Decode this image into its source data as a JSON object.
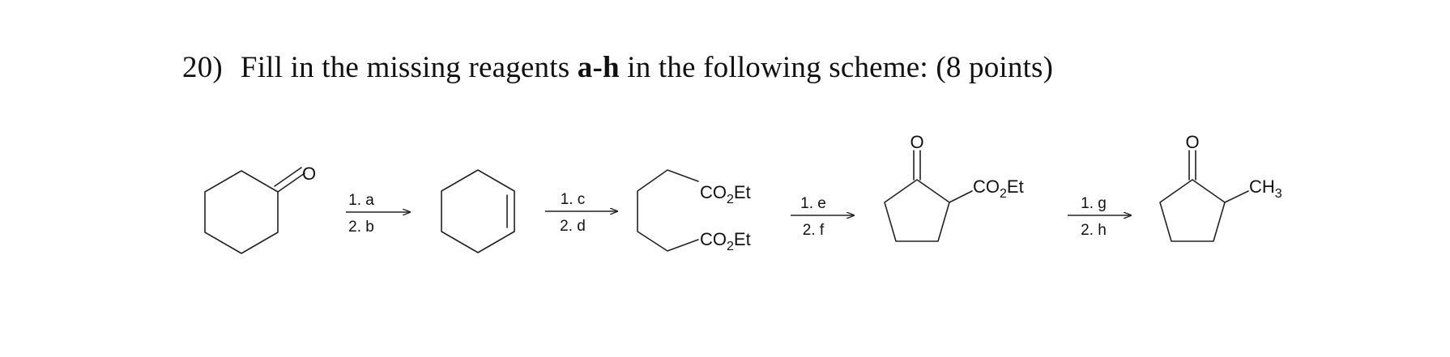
{
  "question": {
    "number": "20)",
    "text_before": "Fill in the missing reagents ",
    "bold_letters": "a-h",
    "text_after": " in the following scheme: (8 points)"
  },
  "scheme": {
    "step1": {
      "top": "1. a",
      "bottom": "2. b"
    },
    "step2": {
      "top": "1. c",
      "bottom": "2. d"
    },
    "step3": {
      "top": "1. e",
      "bottom": "2. f"
    },
    "step4": {
      "top": "1. g",
      "bottom": "2. h"
    },
    "labels": {
      "oxygen": "O",
      "ester_group": "CO2Et",
      "methyl": "CH3"
    }
  }
}
